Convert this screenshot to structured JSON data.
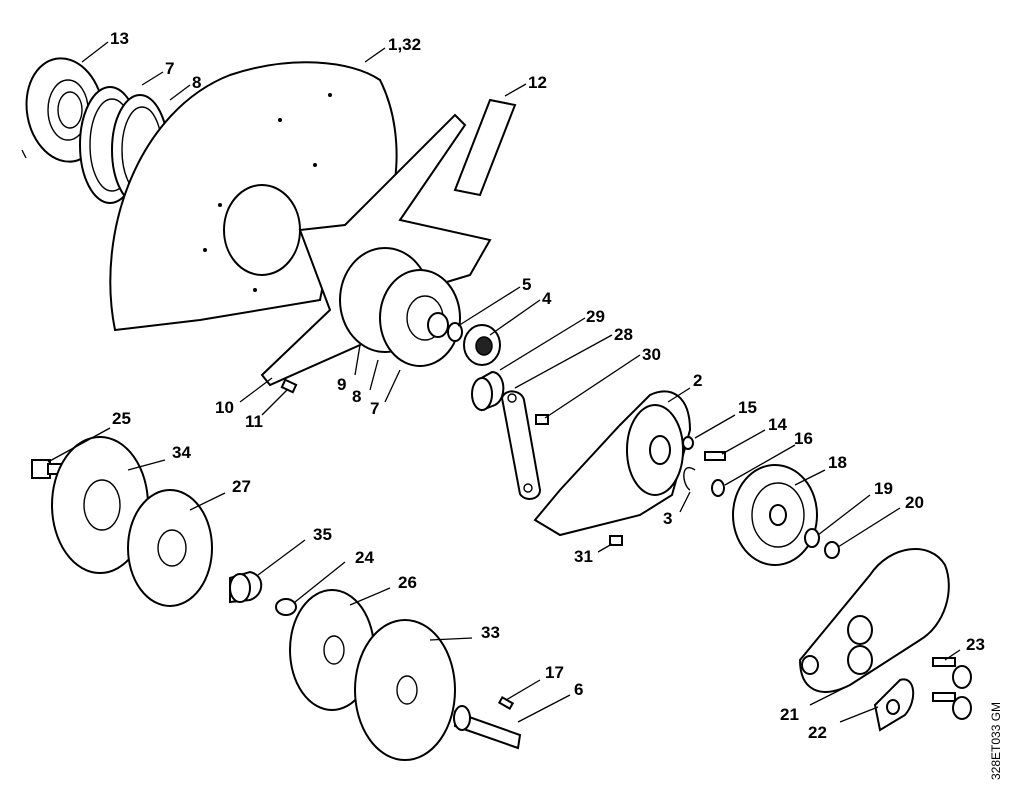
{
  "labels": {
    "p13": "13",
    "p7a": "7",
    "p8a": "8",
    "p132": "1,32",
    "p12": "12",
    "p5": "5",
    "p4": "4",
    "p29": "29",
    "p28": "28",
    "p30": "30",
    "p9": "9",
    "p8b": "8",
    "p7b": "7",
    "p10": "10",
    "p11": "11",
    "p2": "2",
    "p15": "15",
    "p14": "14",
    "p16": "16",
    "p3": "3",
    "p18": "18",
    "p19": "19",
    "p20": "20",
    "p31": "31",
    "p25": "25",
    "p34": "34",
    "p27": "27",
    "p35": "35",
    "p24": "24",
    "p26": "26",
    "p33": "33",
    "p17": "17",
    "p6": "6",
    "p23": "23",
    "p21": "21",
    "p22": "22"
  },
  "drawing_code": "328ET033 GM"
}
